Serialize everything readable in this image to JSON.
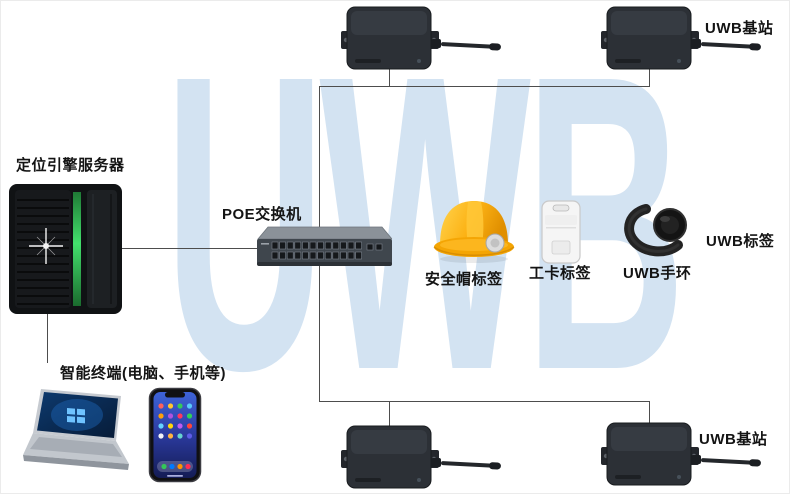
{
  "watermark": {
    "text": "UWB",
    "color": "#d3e3f2"
  },
  "labels": {
    "base_station_top": "UWB基站",
    "base_station_bottom": "UWB基站",
    "server": "定位引擎服务器",
    "poe_switch": "POE交换机",
    "helmet_tag": "安全帽标签",
    "card_tag": "工卡标签",
    "uwb_band": "UWB手环",
    "uwb_tag": "UWB标签",
    "smart_terminal": "智能终端(电脑、手机等)"
  },
  "colors": {
    "background": "#ffffff",
    "watermark_blue": "#d3e3f2",
    "connector_line": "#4d4d4d",
    "text": "#141414",
    "device_dark": "#2c3036",
    "helmet_yellow": "#fcb215",
    "server_led_green": "#43e06c"
  },
  "icons": {
    "base_station": "uwb-base-station-device",
    "server": "server-tower",
    "switch": "poe-network-switch",
    "helmet": "safety-helmet",
    "card": "id-card-tag",
    "band": "uwb-wristband",
    "laptop": "laptop-windows",
    "phone": "smartphone"
  }
}
